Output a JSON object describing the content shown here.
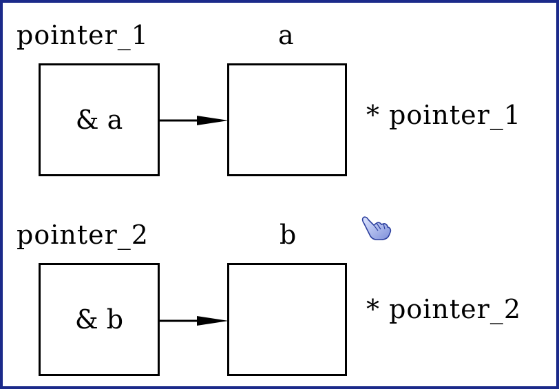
{
  "row1": {
    "pointer_label": "pointer_1",
    "target_label": "a",
    "pointer_value": "& a",
    "deref_label": "* pointer_1"
  },
  "row2": {
    "pointer_label": "pointer_2",
    "target_label": "b",
    "pointer_value": "& b",
    "deref_label": "* pointer_2"
  },
  "colors": {
    "border": "#1b2a8a",
    "stroke": "#000000",
    "background": "#ffffff"
  },
  "icons": {
    "cursor": "hand-pointer-icon"
  }
}
